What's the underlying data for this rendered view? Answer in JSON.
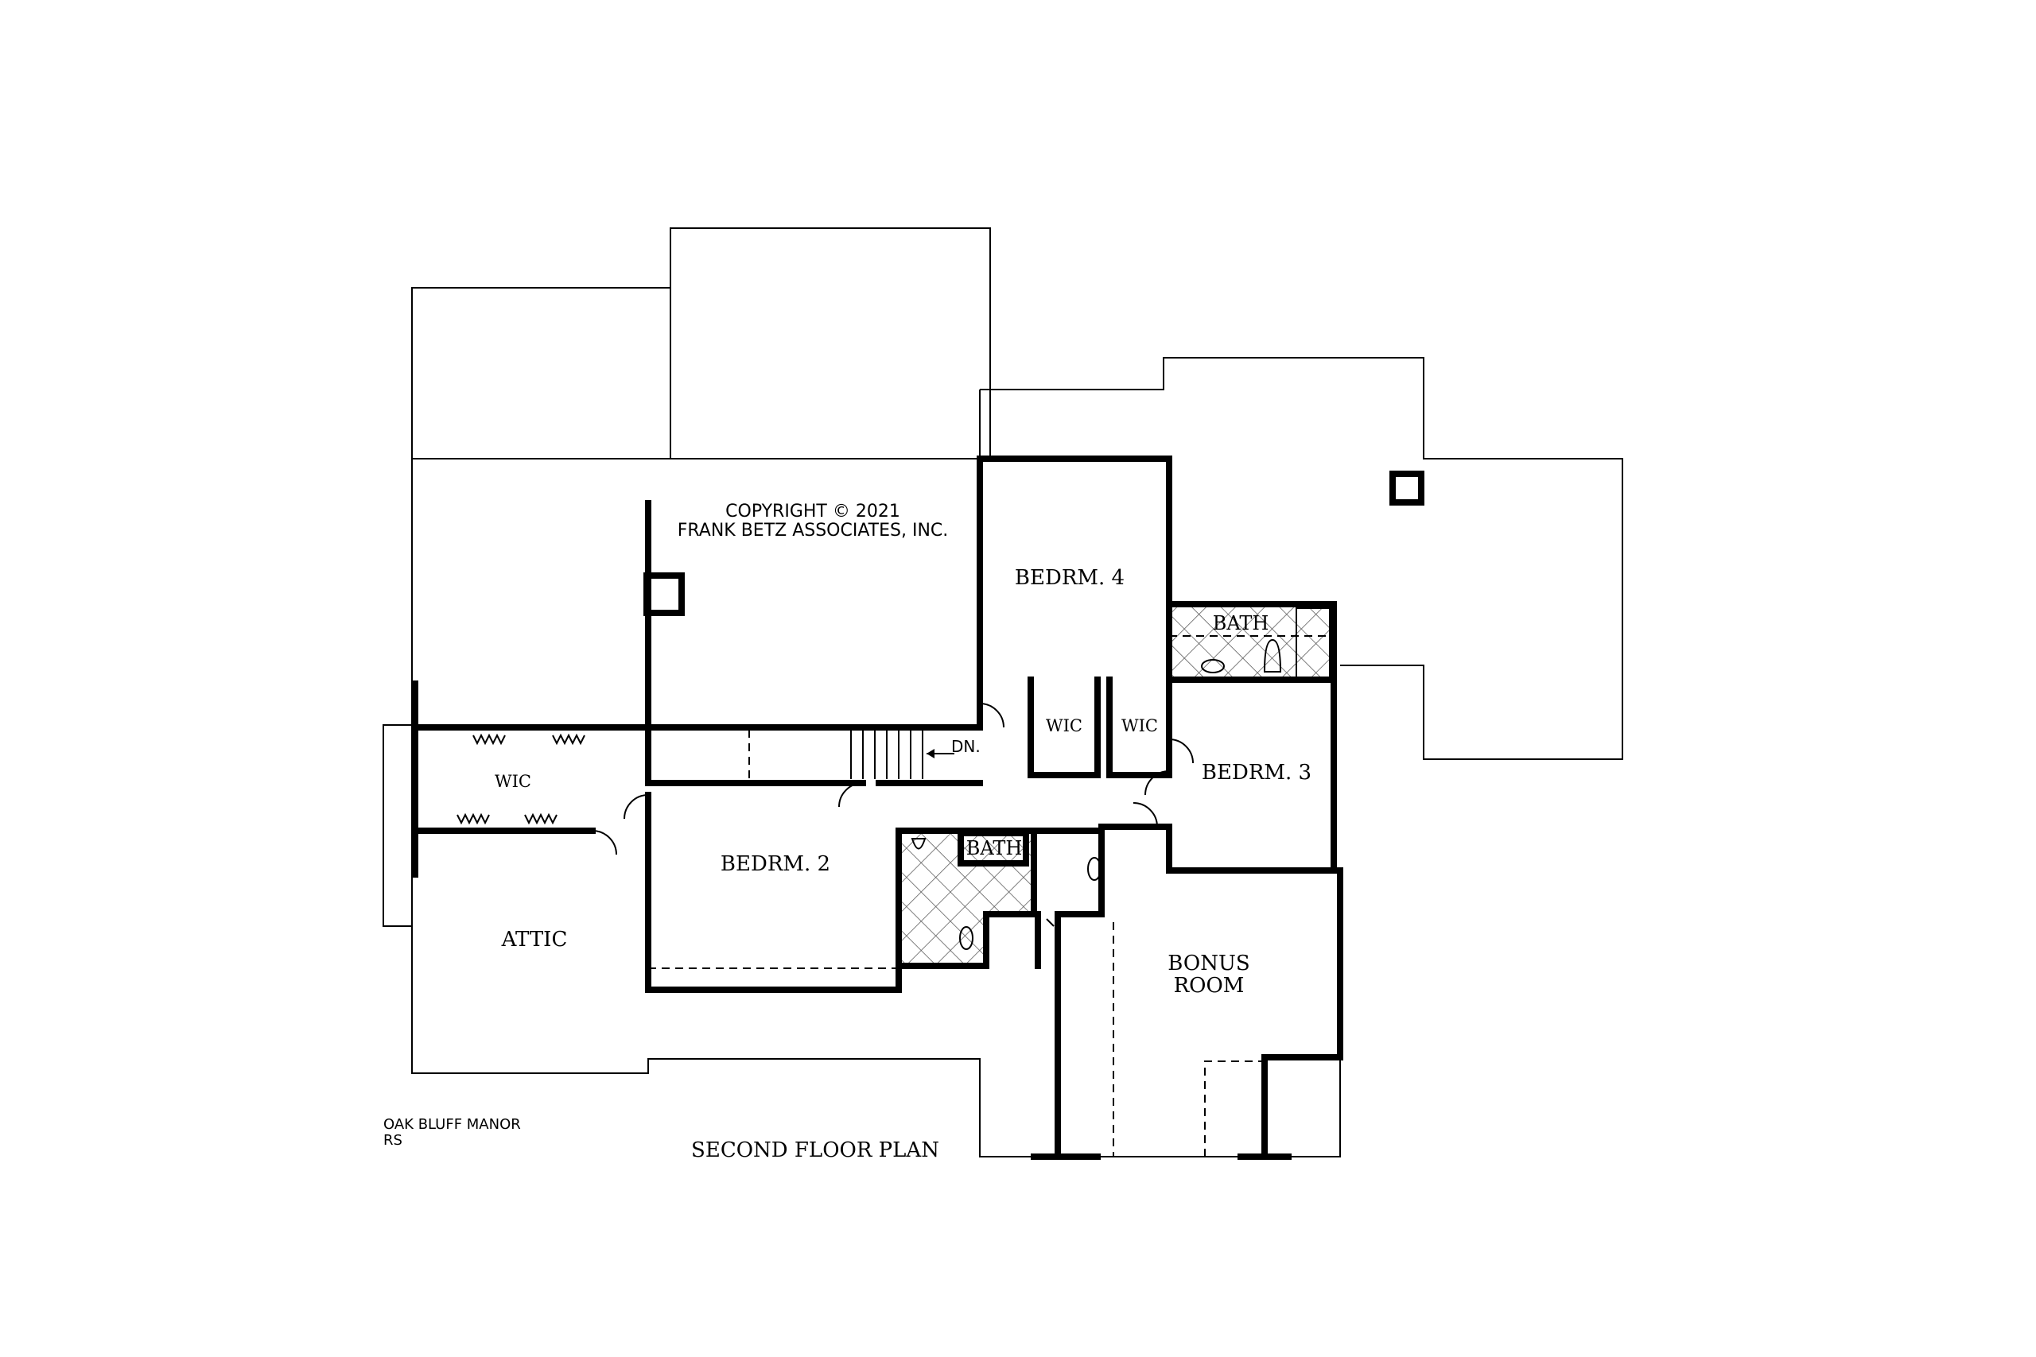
{
  "copyright": {
    "line1": "COPYRIGHT © 2021",
    "line2": "FRANK BETZ ASSOCIATES, INC."
  },
  "plan_title": "SECOND FLOOR PLAN",
  "project": {
    "name": "OAK BLUFF MANOR",
    "code": "RS"
  },
  "rooms": {
    "bedrm4": "BEDRM. 4",
    "bath_upper": "BATH",
    "wic_left_closet": "WIC",
    "wic_right_closet": "WIC",
    "bedrm3": "BEDRM. 3",
    "wic_attic": "WIC",
    "bedrm2": "BEDRM. 2",
    "bath_lower": "BATH",
    "attic": "ATTIC",
    "bonus_line1": "BONUS",
    "bonus_line2": "ROOM"
  },
  "stair_label": "DN."
}
